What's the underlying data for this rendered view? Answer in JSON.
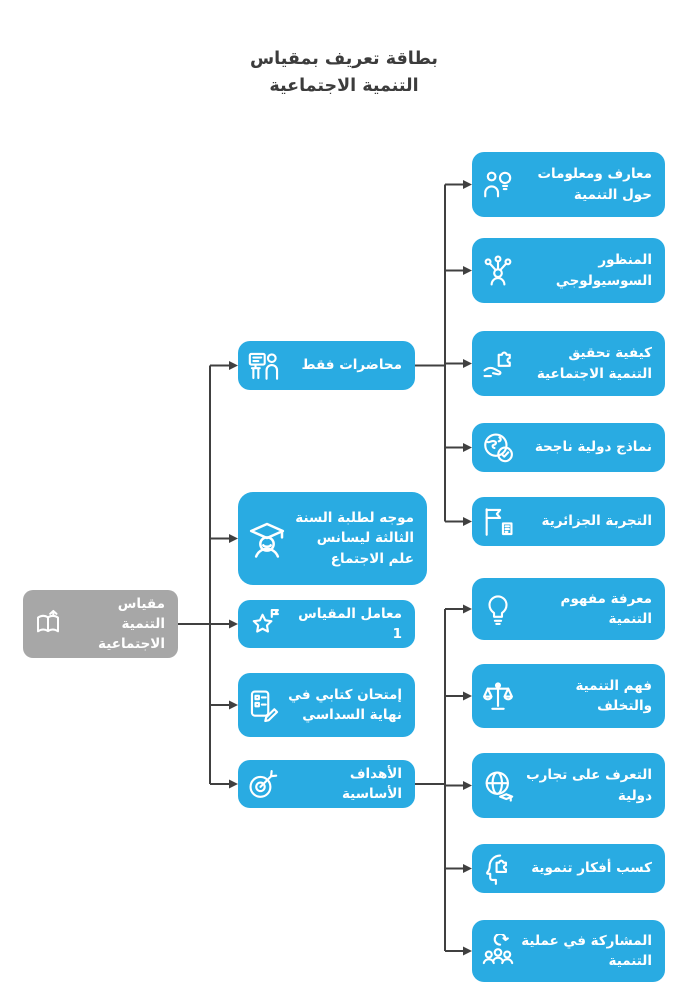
{
  "title": {
    "line1": "بطاقة تعريف بمقياس",
    "line2": "التنمية الاجتماعية"
  },
  "colors": {
    "node_blue": "#29ABE2",
    "node_gray": "#A7A7A7",
    "connector": "#404040",
    "title_text": "#3C3C3C",
    "node_text": "#FFFFFF"
  },
  "root": {
    "label": "مقياس التنمية الاجتماعية",
    "icon": "open-book-arrow-icon"
  },
  "middle": [
    {
      "label": "محاضرات فقط",
      "icon": "lecturer-presentation-icon"
    },
    {
      "label": "موجه لطلبة السنة الثالثة ليسانس علم الاجتماع",
      "icon": "graduate-student-icon"
    },
    {
      "label": "معامل المقياس 1",
      "icon": "star-flag-icon"
    },
    {
      "label": "إمتحان كتابي في نهاية السداسي",
      "icon": "exam-pencil-icon"
    },
    {
      "label": "الأهداف الأساسية",
      "icon": "target-arrow-icon"
    }
  ],
  "right_top": [
    {
      "label": "معارف ومعلومات حول التنمية",
      "icon": "person-idea-icon"
    },
    {
      "label": "المنظور السوسيولوجي",
      "icon": "person-network-icon"
    },
    {
      "label": "كيفية تحقيق التنمية الاجتماعية",
      "icon": "hand-puzzle-icon"
    },
    {
      "label": "نماذج دولية ناجحة",
      "icon": "globe-check-icon"
    },
    {
      "label": "التجربة الجزائرية",
      "icon": "map-flag-icon"
    }
  ],
  "right_bottom": [
    {
      "label": "معرفة مفهوم التنمية",
      "icon": "lightbulb-icon"
    },
    {
      "label": "فهم التنمية والتخلف",
      "icon": "balance-scale-icon"
    },
    {
      "label": "التعرف على تجارب دولية",
      "icon": "globe-graduation-icon"
    },
    {
      "label": "كسب أفكار تنموية",
      "icon": "head-puzzle-icon"
    },
    {
      "label": "المشاركة في عملية التنمية",
      "icon": "team-people-icon"
    }
  ]
}
